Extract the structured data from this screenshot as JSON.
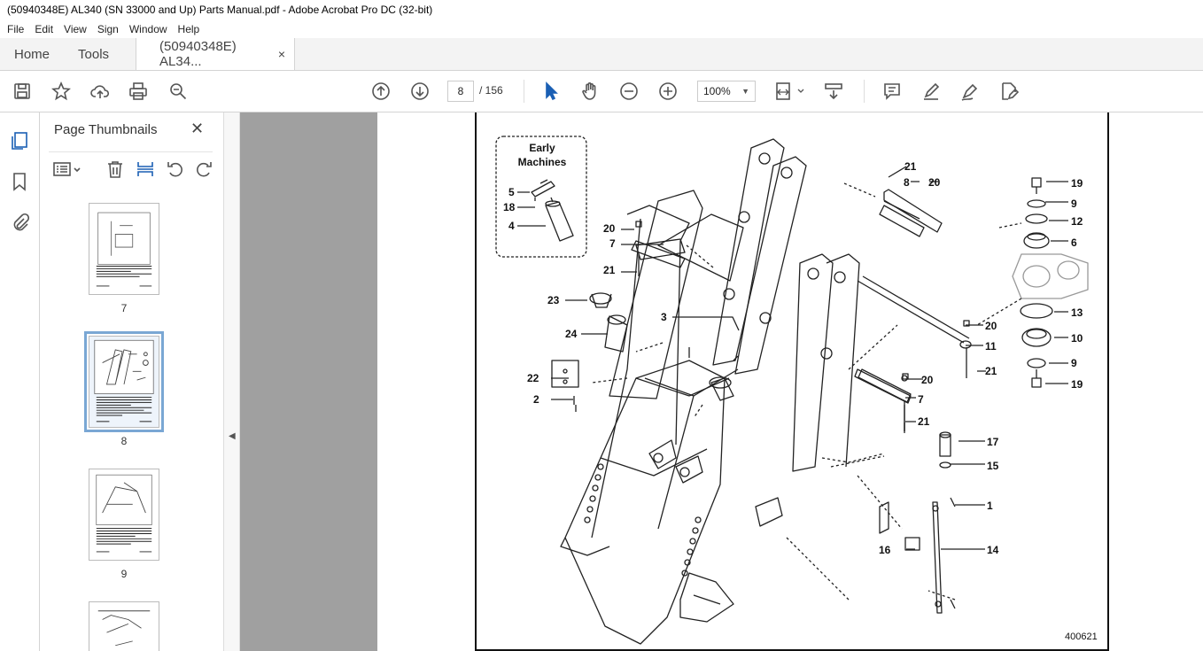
{
  "window": {
    "title": "(50940348E) AL340 (SN 33000 and Up) Parts Manual.pdf - Adobe Acrobat Pro DC (32-bit)"
  },
  "menu": [
    "File",
    "Edit",
    "View",
    "Sign",
    "Window",
    "Help"
  ],
  "tabs": {
    "home": "Home",
    "tools": "Tools",
    "doc": "(50940348E) AL34...",
    "close": "×"
  },
  "toolbar": {
    "page_current": "8",
    "page_total": "/ 156",
    "zoom": "100%"
  },
  "panel": {
    "title": "Page Thumbnails",
    "close": "✕",
    "thumbnails": [
      {
        "label": "7"
      },
      {
        "label": "8",
        "selected": true
      },
      {
        "label": "9"
      }
    ]
  },
  "drawing": {
    "inset_title_1": "Early",
    "inset_title_2": "Machines",
    "figure_id": "400621",
    "callouts": {
      "c1": "1",
      "c2": "2",
      "c3": "3",
      "c4": "4",
      "c5": "5",
      "c6": "6",
      "c7a": "7",
      "c7b": "7",
      "c8": "8",
      "c9a": "9",
      "c9b": "9",
      "c10": "10",
      "c11": "11",
      "c12": "12",
      "c13": "13",
      "c14": "14",
      "c15": "15",
      "c16": "16",
      "c17": "17",
      "c18": "18",
      "c19a": "19",
      "c19b": "19",
      "c20a": "20",
      "c20b": "20",
      "c20c": "20",
      "c20d": "20",
      "c21a": "21",
      "c21b": "21",
      "c21c": "21",
      "c21d": "21",
      "c22": "22",
      "c23": "23",
      "c24": "24"
    }
  }
}
